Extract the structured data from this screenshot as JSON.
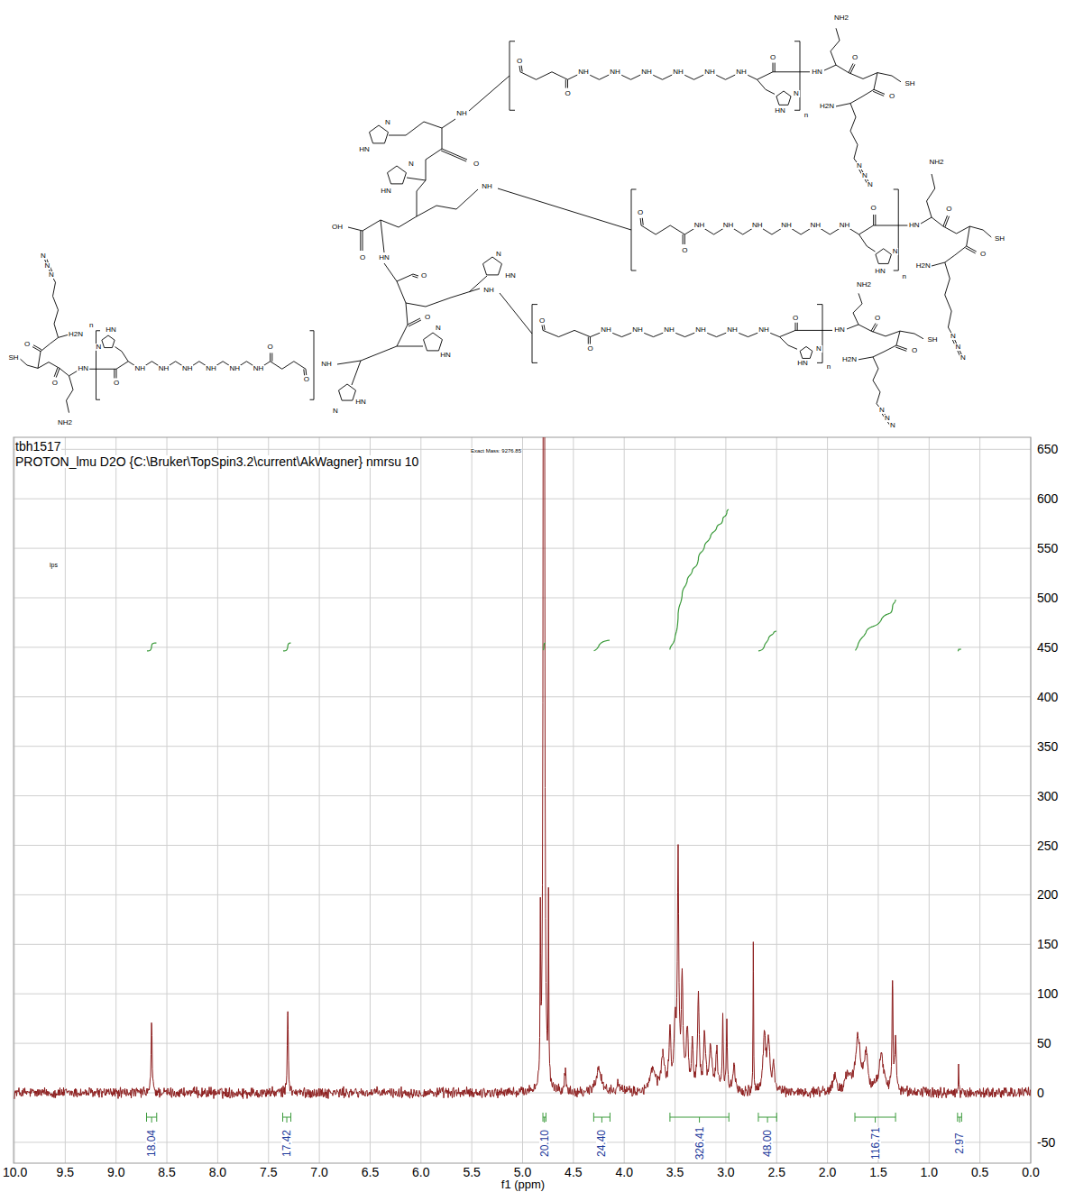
{
  "diagram": {
    "labels": [
      "tbh1517",
      "PROTON_lmu D2O {C:\\Bruker\\TopSpin3.2\\current\\AkWagner} nmrsu 10",
      "Exact Mass: 9276.85",
      "lps",
      "650",
      "600",
      "550",
      "500",
      "450",
      "400",
      "350",
      "300",
      "250",
      "200",
      "150",
      "100",
      "50",
      "0",
      "-50",
      "10.0",
      "9.5",
      "9.0",
      "8.5",
      "8.0",
      "7.5",
      "7.0",
      "6.5",
      "6.0",
      "5.5",
      "5.0",
      "4.5",
      "4.0",
      "3.5",
      "3.0",
      "2.5",
      "2.0",
      "1.5",
      "1.0",
      "0.5",
      "0.0",
      "f1 (ppm)",
      "18.04",
      "17.42",
      "20.10",
      "24.40",
      "326.41",
      "48.00",
      "116.71",
      "2.97",
      "NH",
      "O",
      "HN",
      "N",
      "HN",
      "N",
      "NH",
      "OH",
      "O",
      "HN",
      "O",
      "NH",
      "N",
      "HN",
      "O",
      "HN",
      "N",
      "NH",
      "N",
      "HN",
      "O",
      "O",
      "NH",
      "NH",
      "NH",
      "NH",
      "NH",
      "NH",
      "O",
      "N",
      "HN",
      "n",
      "HN",
      "NH2",
      "O",
      "SH",
      "O",
      "H2N",
      "N",
      "N",
      "N",
      "O",
      "O",
      "NH",
      "NH",
      "NH",
      "NH",
      "NH",
      "NH",
      "O",
      "N",
      "HN",
      "n",
      "HN",
      "NH2",
      "O",
      "SH",
      "O",
      "H2N",
      "N",
      "N",
      "N",
      "O",
      "O",
      "NH",
      "NH",
      "NH",
      "NH",
      "NH",
      "NH",
      "O",
      "N",
      "HN",
      "n",
      "HN",
      "NH2",
      "O",
      "SH",
      "O",
      "H2N",
      "N",
      "N",
      "N",
      "O",
      "O",
      "NH",
      "NH",
      "NH",
      "NH",
      "NH",
      "NH",
      "O",
      "N",
      "HN",
      "n",
      "HN",
      "NH2",
      "O",
      "SH",
      "O",
      "H2N",
      "N",
      "N",
      "N"
    ]
  }
}
